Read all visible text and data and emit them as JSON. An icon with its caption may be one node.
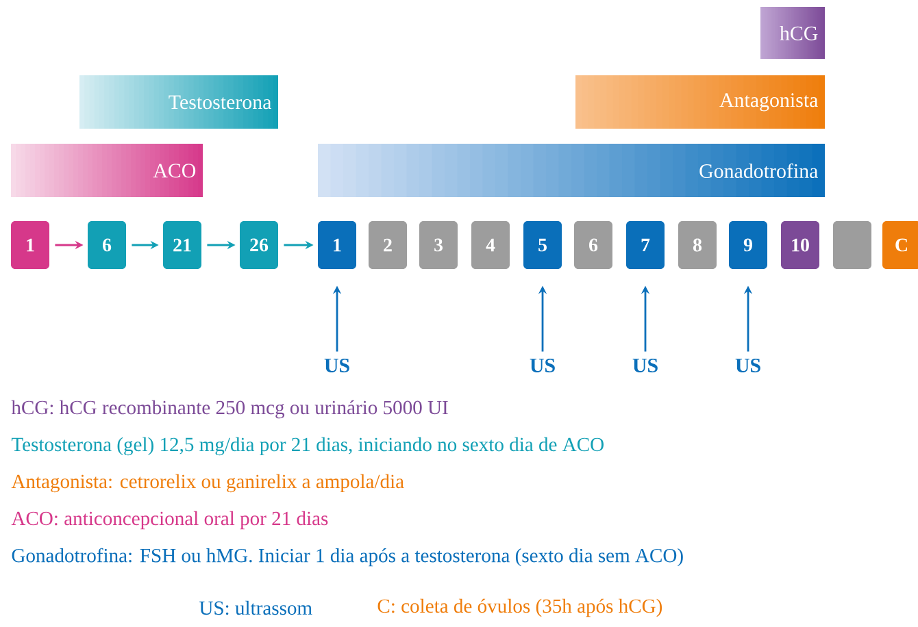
{
  "diagram": {
    "nodes": [
      {
        "text": [
          "hCG"
        ]
      },
      {
        "text": [
          "Testosterona"
        ]
      },
      {
        "text": [
          "Antagonista"
        ]
      },
      {
        "text": [
          "ACO"
        ]
      },
      {
        "text": [
          "Gonadotrofina"
        ]
      },
      {
        "text": [
          "1"
        ]
      },
      {
        "text": [
          "6"
        ]
      },
      {
        "text": [
          "21"
        ]
      },
      {
        "text": [
          "26"
        ]
      },
      {
        "text": [
          "1"
        ]
      },
      {
        "text": [
          "2"
        ]
      },
      {
        "text": [
          "3"
        ]
      },
      {
        "text": [
          "4"
        ]
      },
      {
        "text": [
          "5"
        ]
      },
      {
        "text": [
          "6"
        ]
      },
      {
        "text": [
          "7"
        ]
      },
      {
        "text": [
          "8"
        ]
      },
      {
        "text": [
          "9"
        ]
      },
      {
        "text": [
          "10"
        ]
      },
      {
        "text": [],
        "shape": "box"
      },
      {
        "text": [
          "C"
        ]
      },
      {
        "text": [
          "US"
        ]
      },
      {
        "text": [
          "US"
        ]
      },
      {
        "text": [
          "US"
        ]
      },
      {
        "text": [
          "US"
        ]
      }
    ],
    "edges": [
      {
        "from": 5,
        "to": 6,
        "arrow": "to",
        "color": "#d6388a"
      },
      {
        "from": 6,
        "to": 7,
        "arrow": "to",
        "color": "#12a0b5"
      },
      {
        "from": 7,
        "to": 8,
        "arrow": "to",
        "color": "#12a0b5"
      },
      {
        "from": 8,
        "to": 9,
        "arrow": "to",
        "color": "#12a0b5"
      },
      {
        "from": 21,
        "to": 9,
        "arrow": "to",
        "color": "#0a6fba"
      },
      {
        "from": 22,
        "to": 13,
        "arrow": "to",
        "color": "#0a6fba"
      },
      {
        "from": 23,
        "to": 15,
        "arrow": "to",
        "color": "#0a6fba"
      },
      {
        "from": 24,
        "to": 17,
        "arrow": "to",
        "color": "#0a6fba"
      }
    ],
    "labels": [
      "hCG: hCG recombinante 250 mcg ou urinário 5000 UI",
      "Testosterona (gel) 12,5 mg/dia por 21 dias, iniciando no sexto dia de ACO",
      "Antagonista: cetrorelix ou ganirelix a ampola/dia",
      "ACO: anticoncepcional oral por 21 dias",
      "Gonadotrofina: FSH ou hMG. Iniciar 1 dia após a testosterona (sexto dia sem ACO)",
      "US: ultrassom",
      "C: coleta de óvulos (35h após hCG)"
    ]
  }
}
